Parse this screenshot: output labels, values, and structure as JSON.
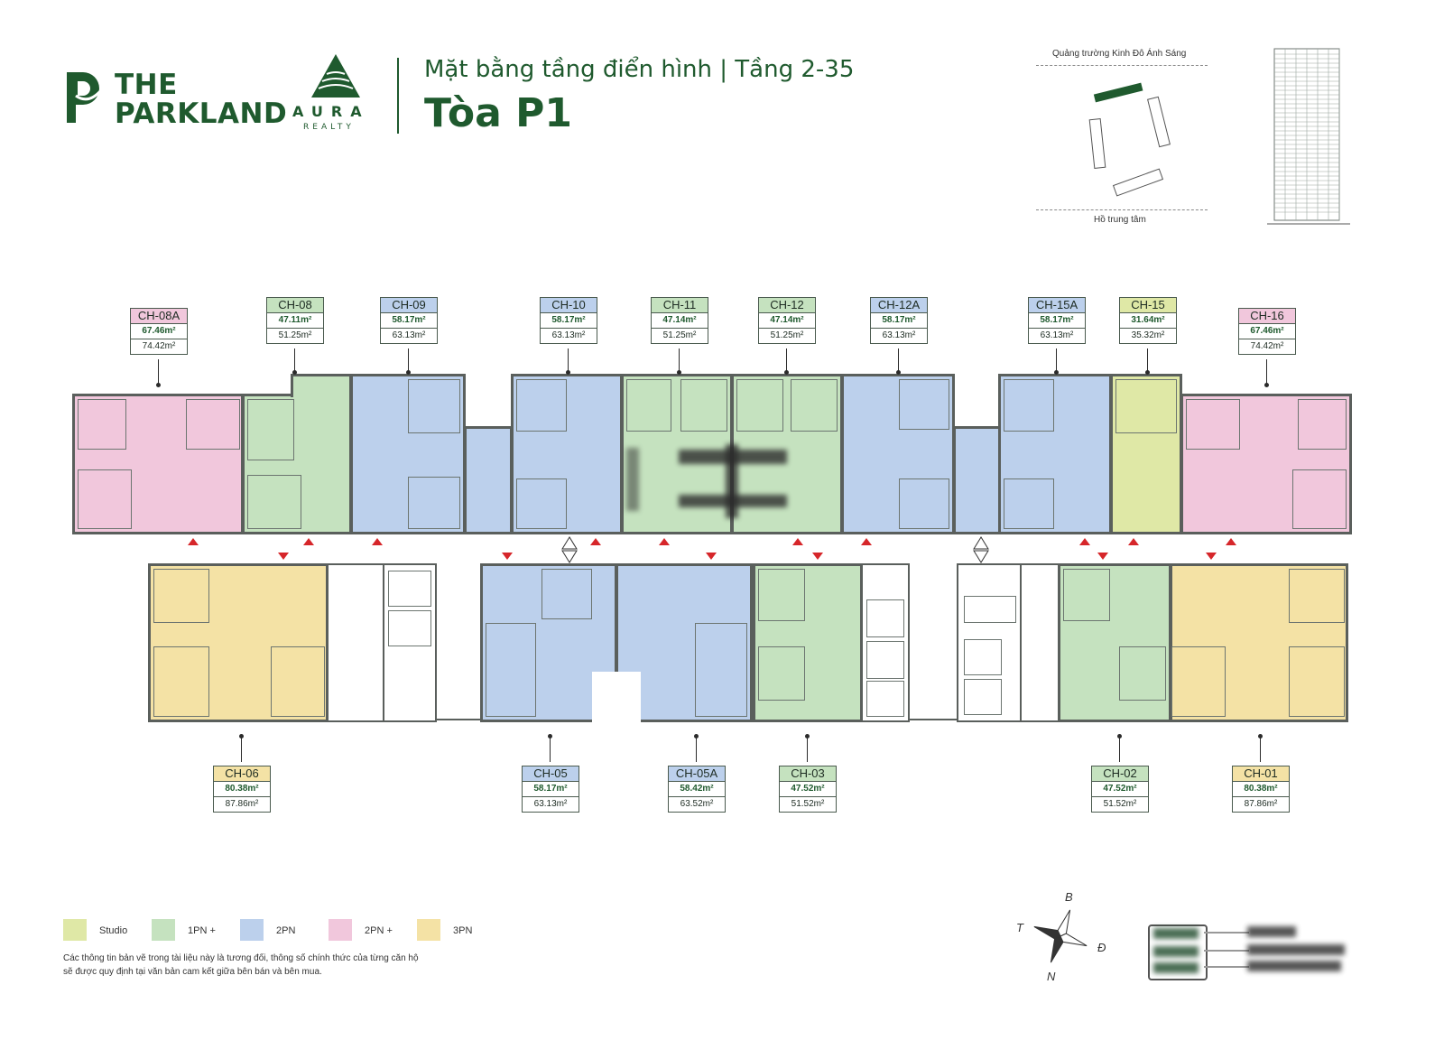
{
  "header": {
    "brand_line1": "THE",
    "brand_line2": "PARKLAND",
    "partner": "AURA",
    "partner_sub": "REALTY",
    "subtitle": "Mặt bằng tầng điển hình | Tầng 2-35",
    "title": "Tòa P1"
  },
  "site_plan": {
    "top_label": "Quảng trường Kinh Đô Ánh Sáng",
    "bottom_label": "Hồ trung tâm"
  },
  "units_top": [
    {
      "code": "CH-08A",
      "area1": "67.46m²",
      "area2": "74.42m²",
      "type": "2pnp"
    },
    {
      "code": "CH-08",
      "area1": "47.11m²",
      "area2": "51.25m²",
      "type": "1pn"
    },
    {
      "code": "CH-09",
      "area1": "58.17m²",
      "area2": "63.13m²",
      "type": "2pn"
    },
    {
      "code": "CH-10",
      "area1": "58.17m²",
      "area2": "63.13m²",
      "type": "2pn"
    },
    {
      "code": "CH-11",
      "area1": "47.14m²",
      "area2": "51.25m²",
      "type": "1pn"
    },
    {
      "code": "CH-12",
      "area1": "47.14m²",
      "area2": "51.25m²",
      "type": "1pn"
    },
    {
      "code": "CH-12A",
      "area1": "58.17m²",
      "area2": "63.13m²",
      "type": "2pn"
    },
    {
      "code": "CH-15A",
      "area1": "58.17m²",
      "area2": "63.13m²",
      "type": "2pn"
    },
    {
      "code": "CH-15",
      "area1": "31.64m²",
      "area2": "35.32m²",
      "type": "studio"
    },
    {
      "code": "CH-16",
      "area1": "67.46m²",
      "area2": "74.42m²",
      "type": "2pnp"
    }
  ],
  "units_bottom": [
    {
      "code": "CH-06",
      "area1": "80.38m²",
      "area2": "87.86m²",
      "type": "3pn"
    },
    {
      "code": "CH-05",
      "area1": "58.17m²",
      "area2": "63.13m²",
      "type": "2pn"
    },
    {
      "code": "CH-05A",
      "area1": "58.42m²",
      "area2": "63.52m²",
      "type": "2pn"
    },
    {
      "code": "CH-03",
      "area1": "47.52m²",
      "area2": "51.52m²",
      "type": "1pn"
    },
    {
      "code": "CH-02",
      "area1": "47.52m²",
      "area2": "51.52m²",
      "type": "1pn"
    },
    {
      "code": "CH-01",
      "area1": "80.38m²",
      "area2": "87.86m²",
      "type": "3pn"
    }
  ],
  "legend": [
    {
      "label": "Studio",
      "color": "#dfe8a6"
    },
    {
      "label": "1PN +",
      "color": "#c5e2bf"
    },
    {
      "label": "2PN",
      "color": "#bcd0ec"
    },
    {
      "label": "2PN +",
      "color": "#f1c7dc"
    },
    {
      "label": "3PN",
      "color": "#f4e2a5"
    }
  ],
  "note_line1": "Các thông tin bản vẽ trong tài liệu này là tương đối, thông số chính thức của từng căn hộ",
  "note_line2": "sẽ được quy định tại văn bản cam kết giữa bên bán và bên mua.",
  "compass": {
    "n": "B",
    "s": "N",
    "e": "Đ",
    "w": "T"
  }
}
